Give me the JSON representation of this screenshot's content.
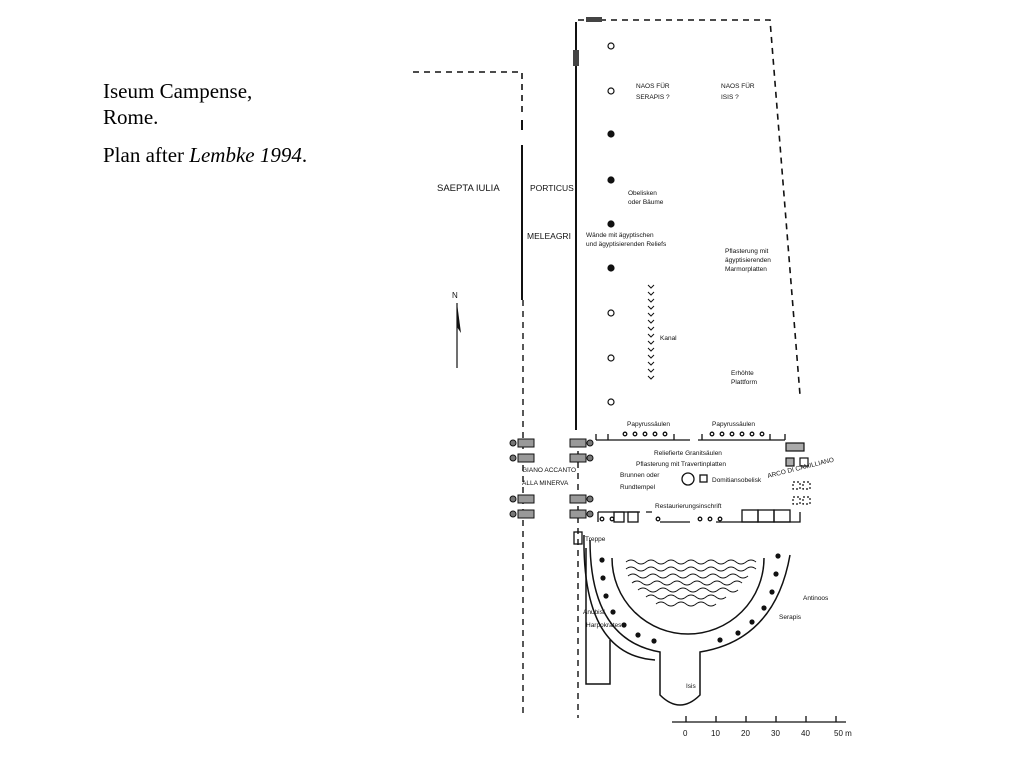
{
  "caption": {
    "line1": "Iseum Campense,",
    "line2": "Rome.",
    "plan_prefix": "Plan after ",
    "plan_source": "Lembke 1994",
    "plan_suffix": "."
  },
  "plan": {
    "labels": {
      "saepta": "SAEPTA IULIA",
      "porticus": "PORTICUS",
      "meleagri": "MELEAGRI",
      "naos_serapis_1": "NAOS FÜR",
      "naos_serapis_2": "SERAPIS ?",
      "naos_isis_1": "NAOS FÜR",
      "naos_isis_2": "ISIS ?",
      "obelisken_1": "Obelisken",
      "obelisken_2": "oder Bäume",
      "waende_1": "Wände mit ägyptischen",
      "waende_2": "und ägyptisierenden Reliefs",
      "pflasterung_1": "Pflasterung mit",
      "pflasterung_2": "ägyptisierenden",
      "pflasterung_3": "Marmorplatten",
      "kanal": "Kanal",
      "plattform_1": "Erhöhte",
      "plattform_2": "Plattform",
      "papyrus_1": "Papyrussäulen",
      "papyrus_2": "Papyrussäulen",
      "granit": "Reliefierte Granitsäulen",
      "travertin": "Pflasterung mit Travertinplatten",
      "brunnen_1": "Brunnen oder",
      "brunnen_2": "Rundtempel",
      "domitian": "Domitiansobelisk",
      "giano_1": "GIANO ACCANTO",
      "giano_2": "ALLA MINERVA",
      "arco": "ARCO DI CAMILLIANO",
      "restaurierung": "Restaurierungsinschrift",
      "treppe": "Treppe",
      "anubis_1": "Anubis/",
      "anubis_2": "Harpokrates",
      "antinoos": "Antinoos",
      "serapis": "Serapis",
      "isis": "Isis",
      "north": "N"
    },
    "scale_bar": {
      "ticks": [
        "0",
        "10",
        "20",
        "30",
        "40",
        "50 m"
      ]
    }
  }
}
